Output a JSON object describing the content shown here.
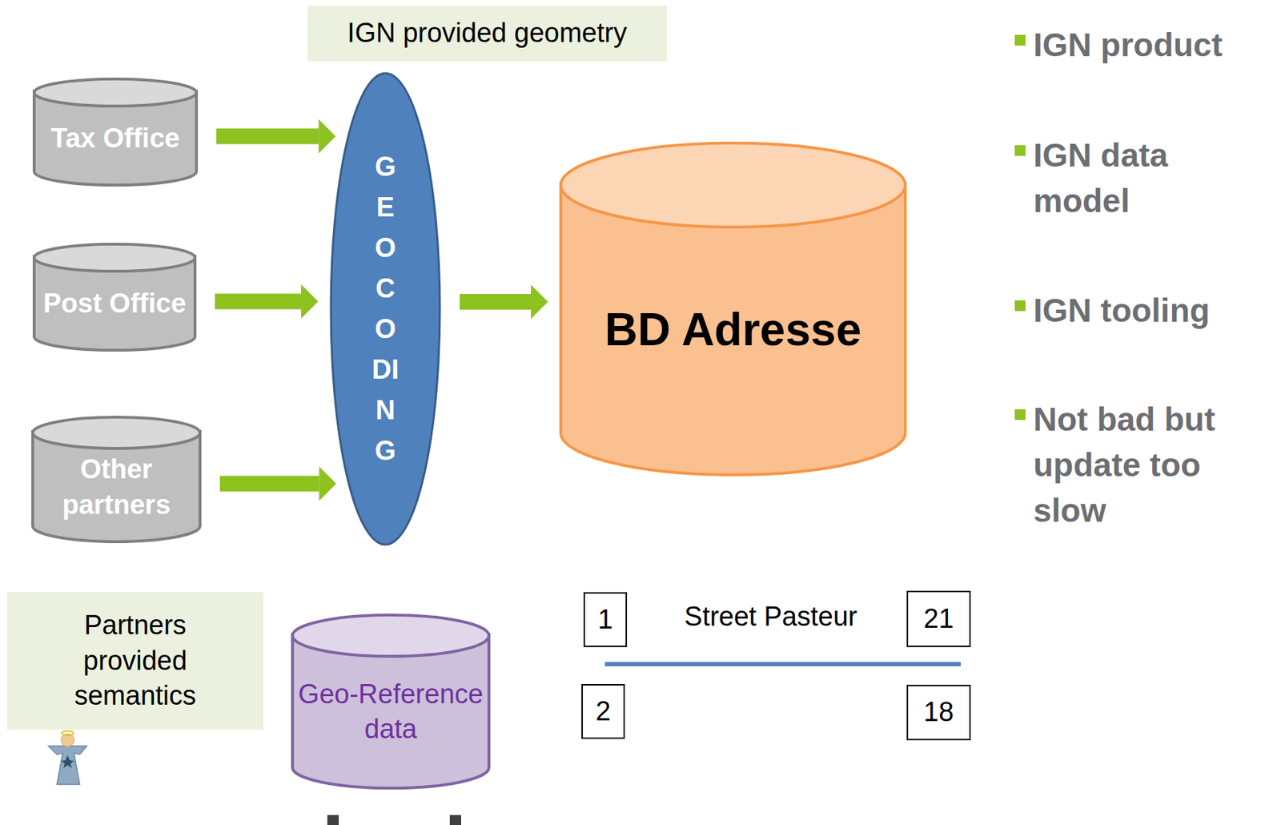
{
  "diagram": {
    "nodes": [
      {
        "text": [
          "IGN provided geometry"
        ]
      },
      {
        "text": [
          "Tax Office"
        ]
      },
      {
        "text": [
          "GEOCODING"
        ]
      },
      {
        "text": [
          "BD Adresse"
        ]
      },
      {
        "text": [
          "Post Office"
        ]
      },
      {
        "text": [
          "Other partners"
        ]
      },
      {
        "text": [
          "Partners provided semantics"
        ]
      },
      {
        "text": [
          "Geo-Reference data"
        ]
      },
      {
        "text": [
          "1"
        ]
      },
      {
        "text": [
          "21"
        ]
      },
      {
        "text": [
          "2"
        ]
      },
      {
        "text": [
          "18"
        ]
      }
    ],
    "edges": [
      {
        "from": 1,
        "to": 2,
        "arrow": "to"
      },
      {
        "from": 4,
        "to": 2,
        "arrow": "to"
      },
      {
        "from": 5,
        "to": 2,
        "arrow": "to"
      },
      {
        "from": 2,
        "to": 3,
        "arrow": "to"
      }
    ],
    "labels": [
      "IGN product",
      "IGN data model",
      "IGN tooling",
      "Not bad but update too slow",
      "Street Pasteur"
    ]
  }
}
